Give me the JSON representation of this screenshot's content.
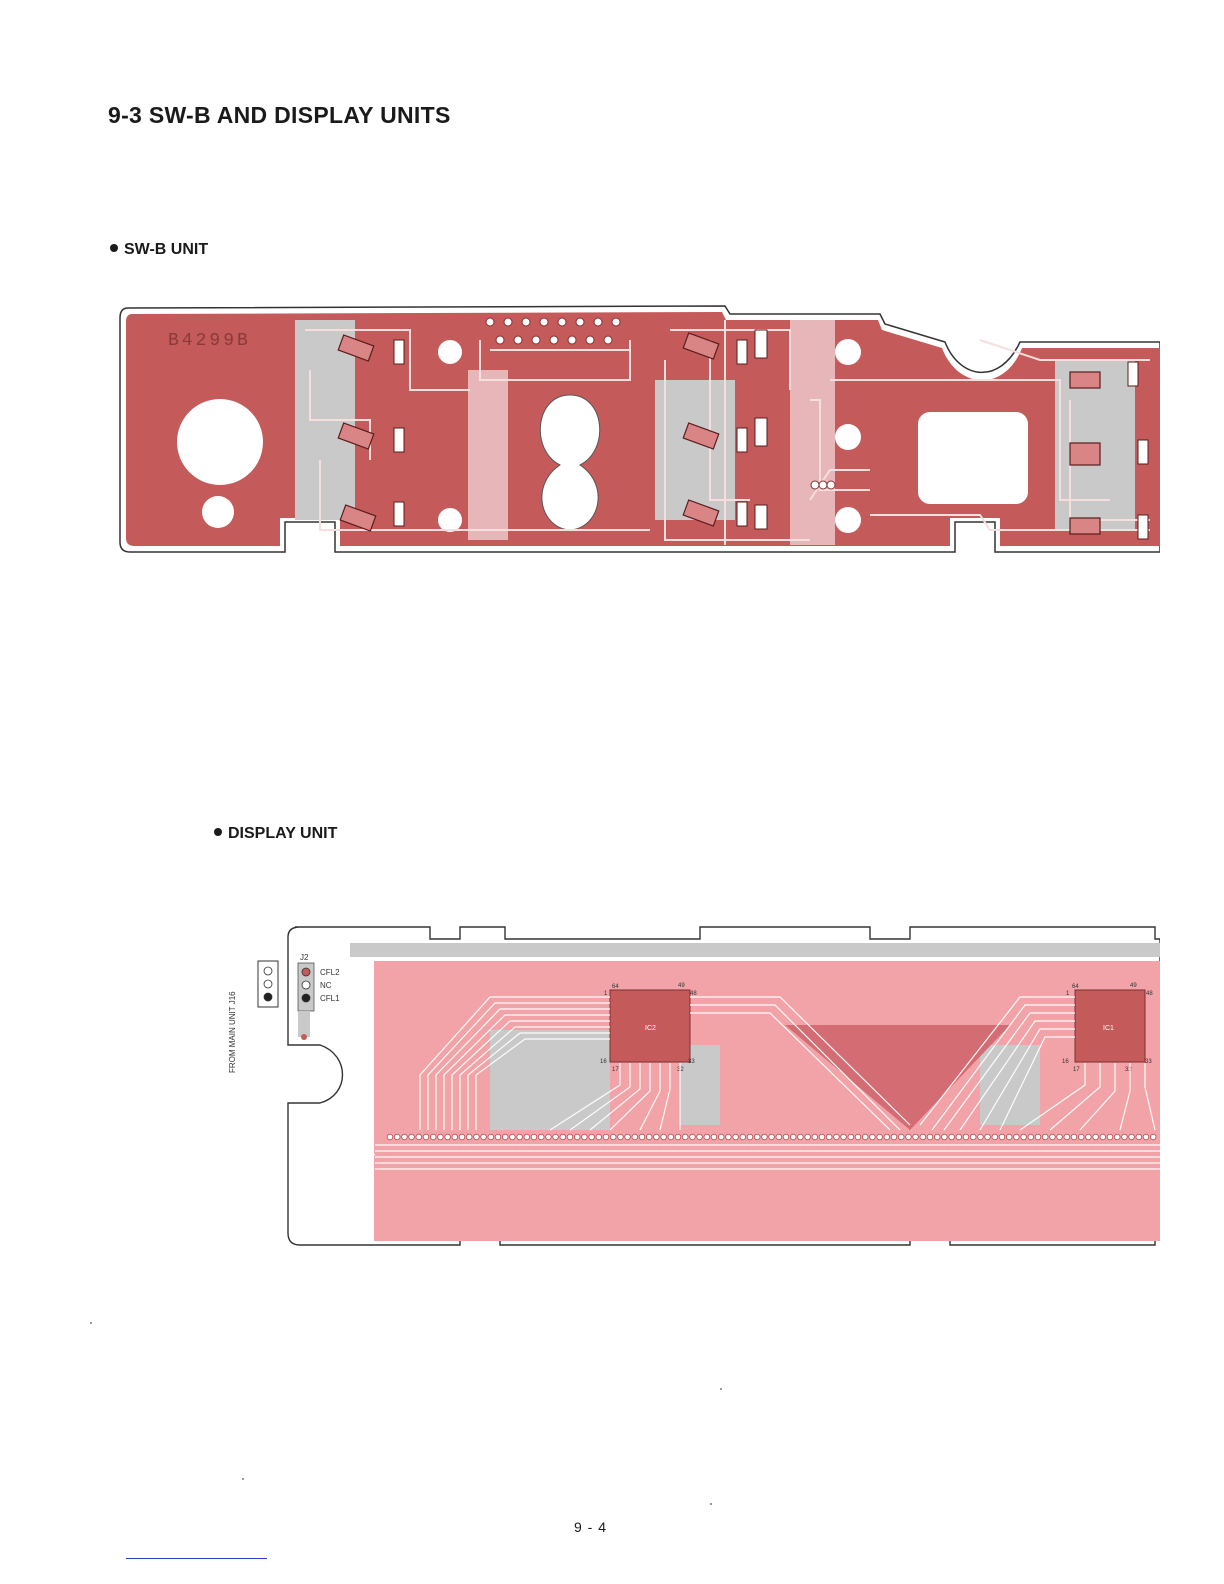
{
  "page": {
    "title": "9-3  SW-B AND DISPLAY UNITS",
    "page_number": "9 - 4"
  },
  "swb_unit": {
    "heading": "SW-B UNIT",
    "board_code": "B4299B"
  },
  "display_unit": {
    "heading": "DISPLAY UNIT",
    "connector_caption": "FROM MAIN UNIT J16",
    "connector_ref": "J2",
    "pin_labels": [
      "CFL2",
      "NC",
      "CFL1"
    ],
    "ic_labels": [
      "IC2",
      "IC1"
    ],
    "ic2_pins": [
      "64",
      "1",
      "49",
      "48",
      "16",
      "17",
      "32",
      "33"
    ],
    "ic1_pins": [
      "64",
      "1",
      "49",
      "48",
      "16",
      "17",
      "32",
      "33"
    ]
  },
  "colors": {
    "copper": "#c55a5a",
    "light_copper": "#f2a3a8",
    "silk": "#c9c9c9",
    "trace": "#ffffff"
  }
}
